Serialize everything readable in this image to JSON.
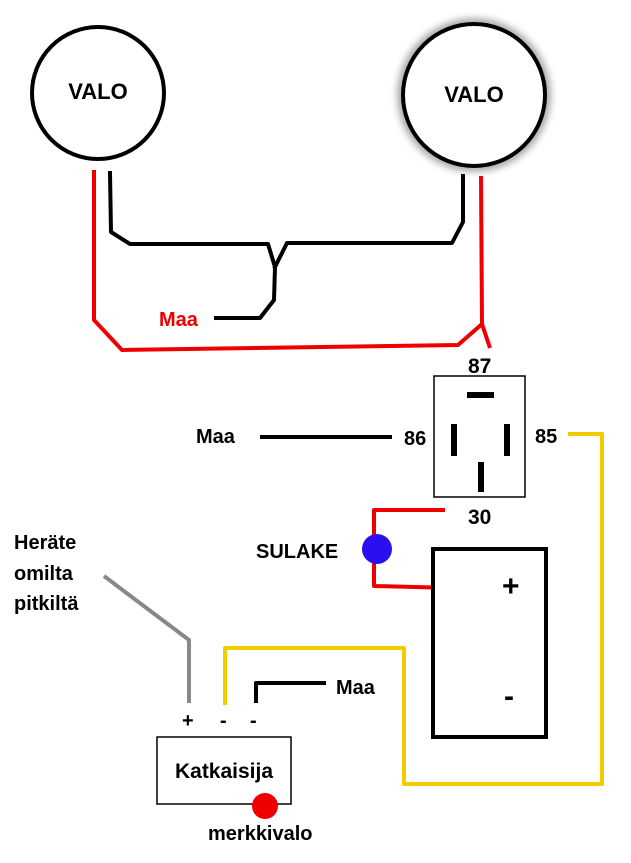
{
  "lights": {
    "left": {
      "label": "VALO"
    },
    "right": {
      "label": "VALO"
    }
  },
  "ground_labels": {
    "lights_ground": "Maa",
    "relay_86_ground": "Maa",
    "switch_ground": "Maa"
  },
  "relay": {
    "pin_87": "87",
    "pin_86": "86",
    "pin_85": "85",
    "pin_30": "30"
  },
  "fuse": {
    "label": "SULAKE"
  },
  "battery": {
    "plus": "+",
    "minus": "-"
  },
  "trigger": {
    "line1": "Heräte",
    "line2": "omilta",
    "line3": "pitkiltä"
  },
  "switch": {
    "label": "Katkaisija",
    "terminal_plus": "+",
    "terminal_minus_1": "-",
    "terminal_minus_2": "-",
    "indicator_label": "merkkivalo"
  },
  "colors": {
    "ground_wire": "#000000",
    "power_wire": "#ee0000",
    "control_wire": "#f2cc00",
    "trigger_wire": "#888888",
    "fuse": "#2a10f0",
    "indicator": "#ee0000",
    "ground_label": "#ee0000"
  }
}
